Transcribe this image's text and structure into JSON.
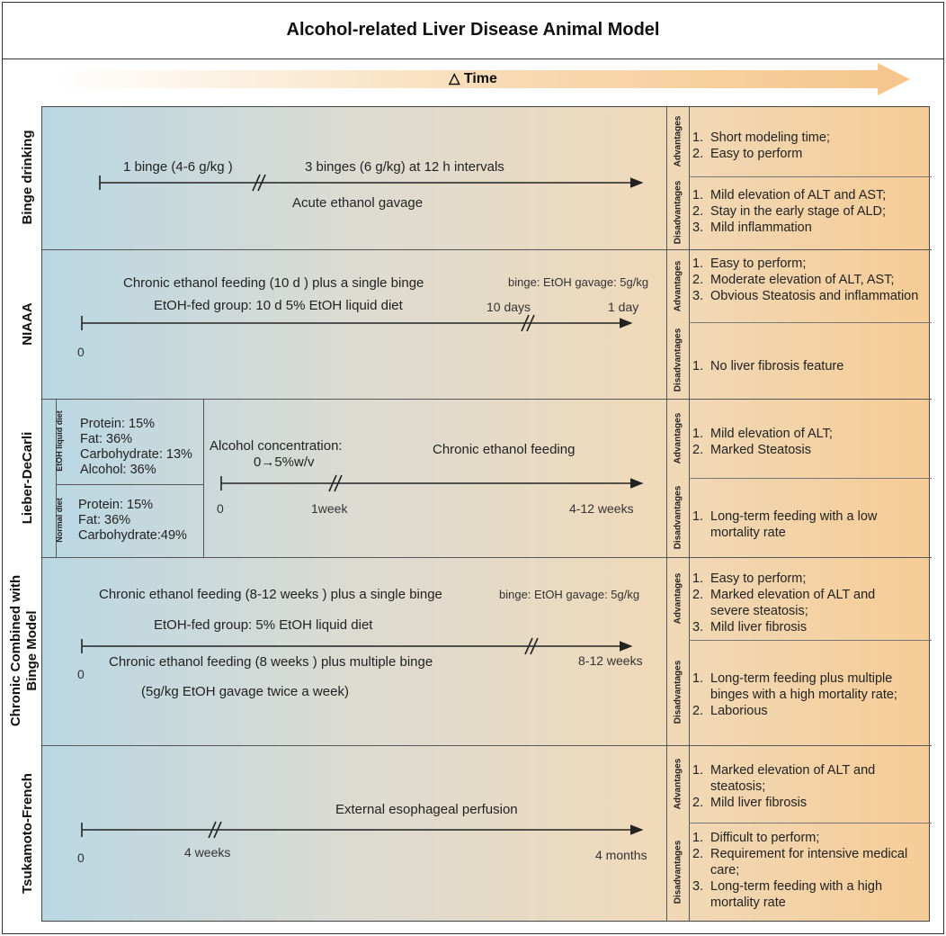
{
  "title": "Alcohol-related Liver Disease Animal Model",
  "time_label": "△ Time",
  "adv_label": "Advantages",
  "dis_label": "Disadvantages",
  "models": {
    "binge": {
      "name": "Binge drinking",
      "t1": "1 binge (4-6 g/kg )",
      "t2": "3 binges (6 g/kg) at 12 h intervals",
      "t3": "Acute ethanol gavage",
      "adv": [
        {
          "n": "1.",
          "text": "Short modeling time;"
        },
        {
          "n": "2.",
          "text": "Easy to perform"
        }
      ],
      "dis": [
        {
          "n": "1.",
          "text": "Mild elevation of ALT and AST;"
        },
        {
          "n": "2.",
          "text": "Stay in the early stage of ALD;"
        },
        {
          "n": "3.",
          "text": "Mild inflammation"
        }
      ]
    },
    "niaaa": {
      "name": "NIAAA",
      "t1": "Chronic ethanol feeding (10 d ) plus a single binge",
      "t2": "EtOH-fed group: 10 d 5% EtOH liquid diet",
      "binge": "binge: EtOH gavage: 5g/kg",
      "days10": "10 days",
      "day1": "1 day",
      "zero": "0",
      "adv": [
        {
          "n": "1.",
          "text": "Easy to perform;"
        },
        {
          "n": "2.",
          "text": "Moderate elevation of ALT, AST;"
        },
        {
          "n": "3.",
          "text": "Obvious Steatosis and inflammation"
        }
      ],
      "dis": [
        {
          "n": "1.",
          "text": "No liver fibrosis feature"
        }
      ]
    },
    "lieber": {
      "name": "Lieber-DeCarli",
      "etoh_diet_label": "EtOH liquid diet",
      "normal_diet_label": "Normal diet",
      "etoh_diet": [
        "Protein: 15%",
        "Fat: 36%",
        "Carbohydrate: 13%",
        "Alcohol: 36%"
      ],
      "normal_diet": [
        "Protein: 15%",
        "Fat: 36%",
        "Carbohydrate:49%"
      ],
      "conc1": "Alcohol concentration:",
      "conc2": "0→5%w/v",
      "feeding": "Chronic ethanol feeding",
      "zero": "0",
      "week1": "1week",
      "weeks": "4-12 weeks",
      "adv": [
        {
          "n": "1.",
          "text": "Mild elevation of ALT;"
        },
        {
          "n": "2.",
          "text": "Marked Steatosis"
        }
      ],
      "dis": [
        {
          "n": "1.",
          "text": "Long-term feeding with a low mortality rate"
        }
      ]
    },
    "chronic": {
      "name_line1": "Chronic Combined with",
      "name_line2": "Binge Model",
      "t1": "Chronic ethanol feeding (8-12 weeks ) plus a single binge",
      "binge": "binge: EtOH gavage: 5g/kg",
      "t2": "EtOH-fed group: 5% EtOH liquid diet",
      "t3": "Chronic ethanol feeding (8 weeks ) plus multiple binge",
      "t4": "(5g/kg EtOH gavage twice a week)",
      "zero": "0",
      "weeks": "8-12 weeks",
      "adv": [
        {
          "n": "1.",
          "text": "Easy to perform;"
        },
        {
          "n": "2.",
          "text": "Marked elevation of ALT and severe steatosis;"
        },
        {
          "n": "3.",
          "text": "Mild liver fibrosis"
        }
      ],
      "dis": [
        {
          "n": "1.",
          "text": "Long-term feeding plus multiple binges with a high mortality rate;"
        },
        {
          "n": "2.",
          "text": "Laborious"
        }
      ]
    },
    "tsukamoto": {
      "name": "Tsukamoto-French",
      "t1": "External esophageal perfusion",
      "zero": "0",
      "weeks4": "4 weeks",
      "months4": "4 months",
      "adv": [
        {
          "n": "1.",
          "text": "Marked elevation of ALT and steatosis;"
        },
        {
          "n": "2.",
          "text": "Mild liver fibrosis"
        }
      ],
      "dis": [
        {
          "n": "1.",
          "text": "Difficult to perform;"
        },
        {
          "n": "2.",
          "text": "Requirement for intensive medical care;"
        },
        {
          "n": "3.",
          "text": " Long-term feeding with a high mortality rate"
        }
      ]
    }
  }
}
